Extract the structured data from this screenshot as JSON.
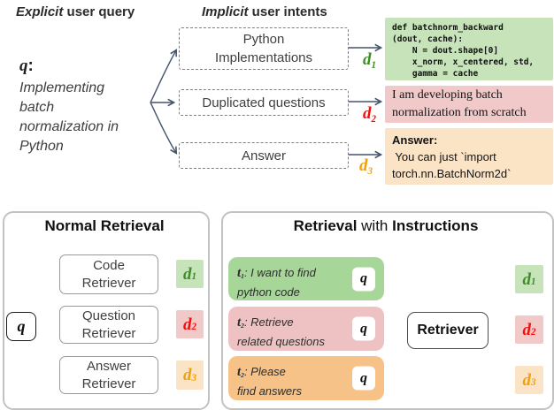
{
  "colors": {
    "arrow": "#44546a",
    "left_fork_arrow": "#8a8a8a",
    "doc1_text": "#3e8e25",
    "doc2_text": "#f50d0d",
    "doc3_text": "#f2a007",
    "green_light_bg": "#c6e3ba",
    "pink_light_bg": "#f1c9c9",
    "orange_light_bg": "#fbe3c6",
    "green_mid_bg": "#a7d699",
    "pink_mid_bg": "#eec2c2",
    "orange_mid_bg": "#f6c287"
  },
  "top": {
    "explicit_heading": {
      "em": "Explicit",
      "rest": " user query"
    },
    "implicit_heading": {
      "em": "Implicit",
      "rest": " user intents"
    },
    "query": {
      "symbol": "q",
      "colon": ":",
      "lines": [
        "Implementing",
        "batch",
        "normalization in",
        "Python"
      ]
    },
    "intents": [
      {
        "label": "Python Implementations"
      },
      {
        "label": "Duplicated questions"
      },
      {
        "label": "Answer"
      }
    ],
    "docs": [
      {
        "d": "d",
        "sub": "1"
      },
      {
        "d": "d",
        "sub": "2"
      },
      {
        "d": "d",
        "sub": "3"
      }
    ],
    "code_snippet": {
      "lines": [
        "def batchnorm_backward",
        "(dout, cache):",
        "    N = dout.shape[0]",
        "    x_norm, x_centered, std,",
        "    gamma = cache"
      ]
    },
    "question_snippet": {
      "lines": [
        "I am developing batch",
        "normalization from scratch"
      ]
    },
    "answer_snippet": {
      "heading": "Answer:",
      "lines": [
        " You can just `import",
        "torch.nn.BatchNorm2d`"
      ]
    }
  },
  "normal_panel": {
    "title": "Normal Retrieval",
    "query_symbol": "q",
    "retrievers": [
      {
        "line1": "Code",
        "line2": "Retriever"
      },
      {
        "line1": "Question",
        "line2": "Retriever"
      },
      {
        "line1": "Answer",
        "line2": "Retriever"
      }
    ],
    "docs": [
      {
        "d": "d",
        "sub": "1"
      },
      {
        "d": "d",
        "sub": "2"
      },
      {
        "d": "d",
        "sub": "3"
      }
    ]
  },
  "instruct_panel": {
    "title": {
      "bold1": "Retrieval",
      "mid": " with ",
      "bold2": "Instructions"
    },
    "instructions": [
      {
        "t": "t",
        "sub": "1",
        "rest1": ": I want to find",
        "rest2": "python code",
        "query_symbol": "q"
      },
      {
        "t": "t",
        "sub": "2",
        "rest1": ": Retrieve",
        "rest2": "related questions",
        "query_symbol": "q"
      },
      {
        "t": "t",
        "sub": "2",
        "rest1": ": Please",
        "rest2": "find answers",
        "query_symbol": "q"
      }
    ],
    "retriever_label": "Retriever",
    "docs": [
      {
        "d": "d",
        "sub": "1"
      },
      {
        "d": "d",
        "sub": "2"
      },
      {
        "d": "d",
        "sub": "3"
      }
    ]
  }
}
